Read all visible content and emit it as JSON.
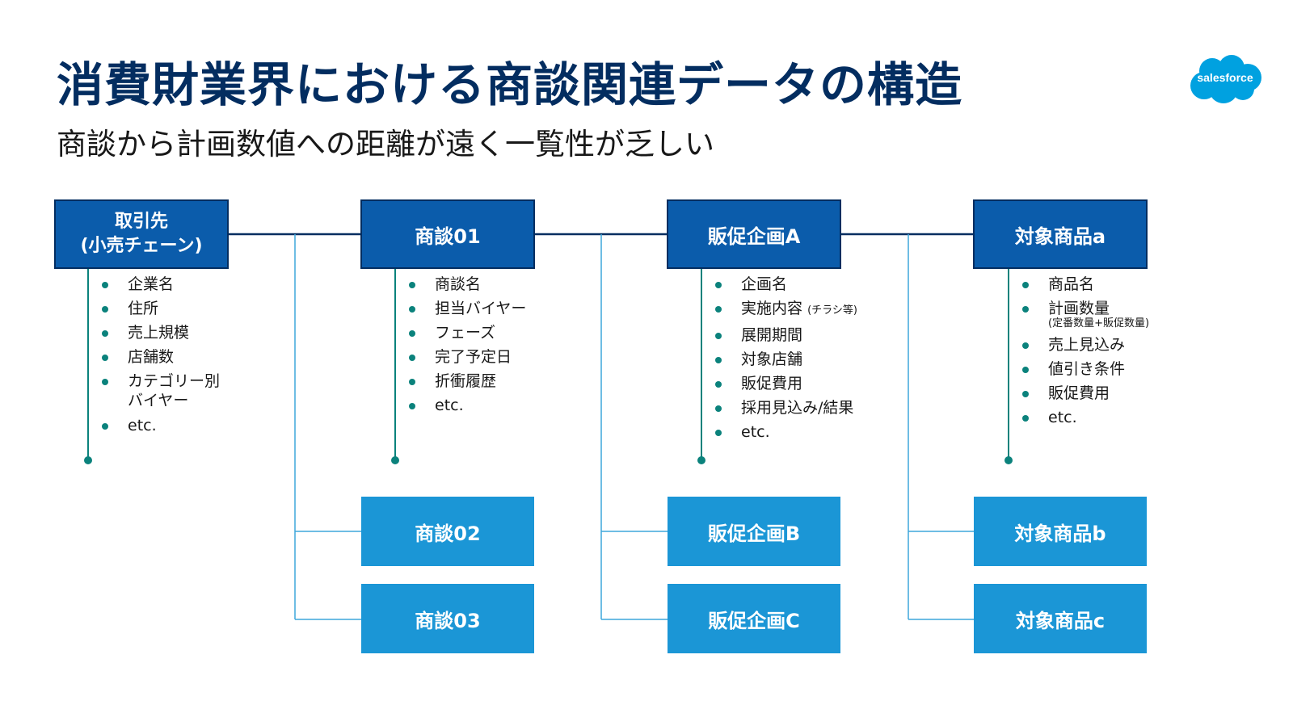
{
  "title": "消費財業界における商談関連データの構造",
  "subtitle": "商談から計画数値への距離が遠く一覧性が乏しい",
  "logo_text": "salesforce",
  "colors": {
    "dark_box": "#0b5cab",
    "dark_border": "#032d60",
    "light_box": "#1b96d6",
    "bullet": "#0b827c",
    "title": "#032d60"
  },
  "columns": [
    {
      "main": {
        "line1": "取引先",
        "line2": "(小売チェーン)"
      },
      "items": [
        "企業名",
        "住所",
        "売上規模",
        "店舗数"
      ],
      "item_wrap": {
        "line1": "カテゴリー別",
        "line2": "バイヤー"
      },
      "item_last": "etc."
    },
    {
      "main": "商談01",
      "items": [
        "商談名",
        "担当バイヤー",
        "フェーズ",
        "完了予定日",
        "折衝履歴",
        "etc."
      ],
      "subs": [
        "商談02",
        "商談03"
      ]
    },
    {
      "main": "販促企画A",
      "items": [
        "企画名"
      ],
      "item_note": {
        "text": "実施内容",
        "note": "(チラシ等)"
      },
      "items_rest": [
        "展開期間",
        "対象店舗",
        "販促費用",
        "採用見込み/結果",
        "etc."
      ],
      "subs": [
        "販促企画B",
        "販促企画C"
      ]
    },
    {
      "main": "対象商品a",
      "items": [
        "商品名"
      ],
      "item_sub": {
        "text": "計画数量",
        "sub": "(定番数量+販促数量)"
      },
      "items_rest": [
        "売上見込み",
        "値引き条件",
        "販促費用",
        "etc."
      ],
      "subs": [
        "対象商品b",
        "対象商品c"
      ]
    }
  ]
}
